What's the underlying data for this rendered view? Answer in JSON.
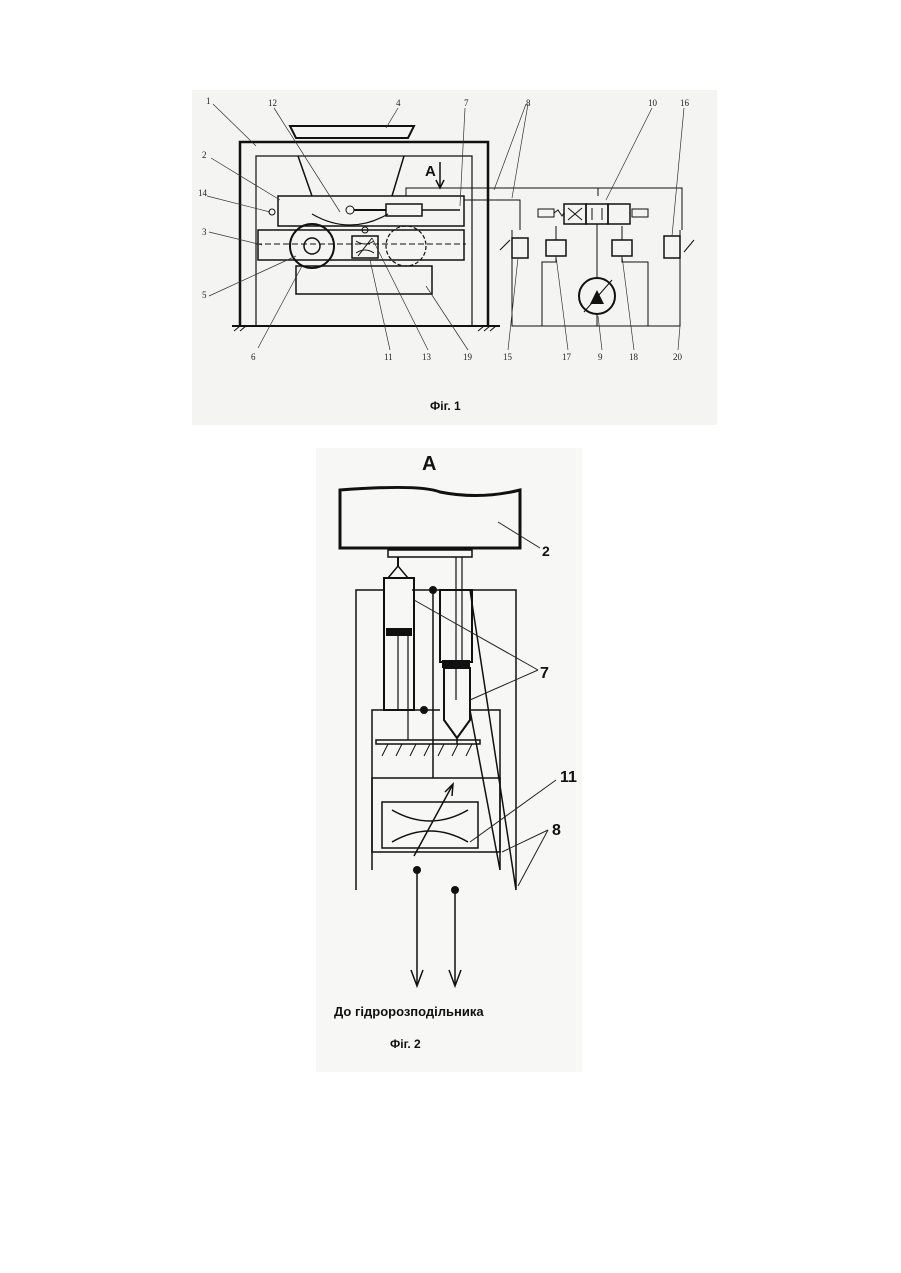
{
  "fig1": {
    "caption": "Фіг. 1",
    "view_marker": "A",
    "labels": {
      "l1": "1",
      "l2": "2",
      "l3": "3",
      "l4": "4",
      "l5": "5",
      "l6": "6",
      "l7": "7",
      "l8": "8",
      "l9": "9",
      "l10": "10",
      "l11": "11",
      "l12": "12",
      "l13": "13",
      "l14": "14",
      "l15": "15",
      "l16": "16",
      "l17": "17",
      "l18": "18",
      "l19": "19",
      "l20": "20"
    }
  },
  "fig2": {
    "title": "A",
    "caption": "Фіг. 2",
    "bottom_label": "До гідророзподільника",
    "labels": {
      "l2": "2",
      "l7": "7",
      "l11": "11",
      "l8": "8"
    }
  }
}
